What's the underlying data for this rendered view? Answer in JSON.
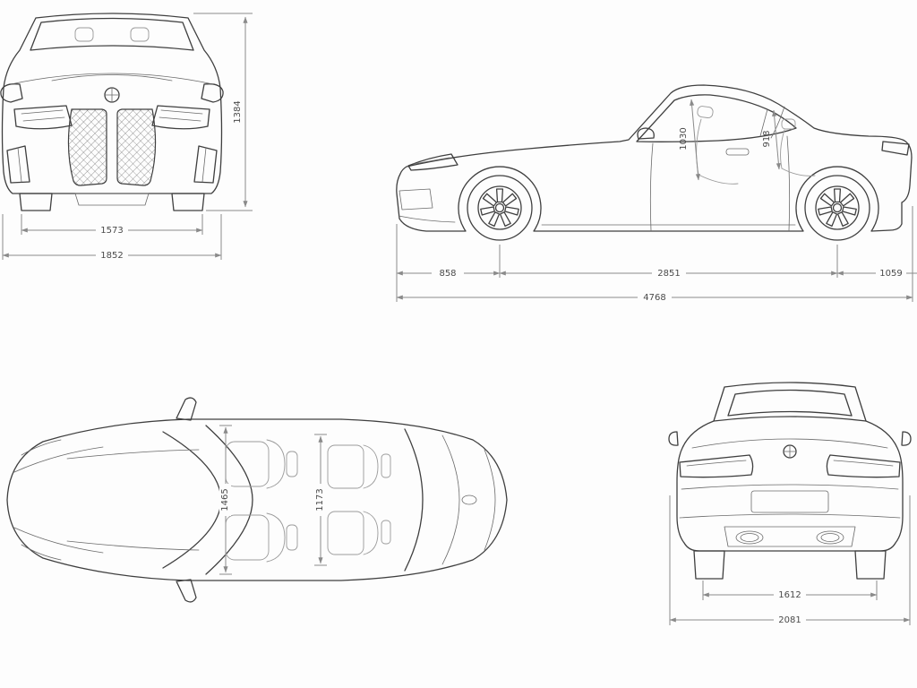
{
  "palette": {
    "background": "#fdfdfd",
    "car_line": "#3f3f3f",
    "dim_line": "#8a8a8a",
    "label_text": "#4a4a4a"
  },
  "views": {
    "front": {
      "dims": {
        "overall_height": "1384",
        "front_track": "1573",
        "overall_width": "1852"
      }
    },
    "side": {
      "dims": {
        "front_headroom": "1030",
        "rear_headroom": "918",
        "front_overhang": "858",
        "wheelbase": "2851",
        "rear_overhang": "1059",
        "overall_length": "4768"
      }
    },
    "top": {
      "dims": {
        "front_interior_width": "1465",
        "rear_interior_width": "1173"
      }
    },
    "rear": {
      "dims": {
        "rear_track": "1612",
        "overall_width_mirrors": "2081"
      }
    }
  }
}
